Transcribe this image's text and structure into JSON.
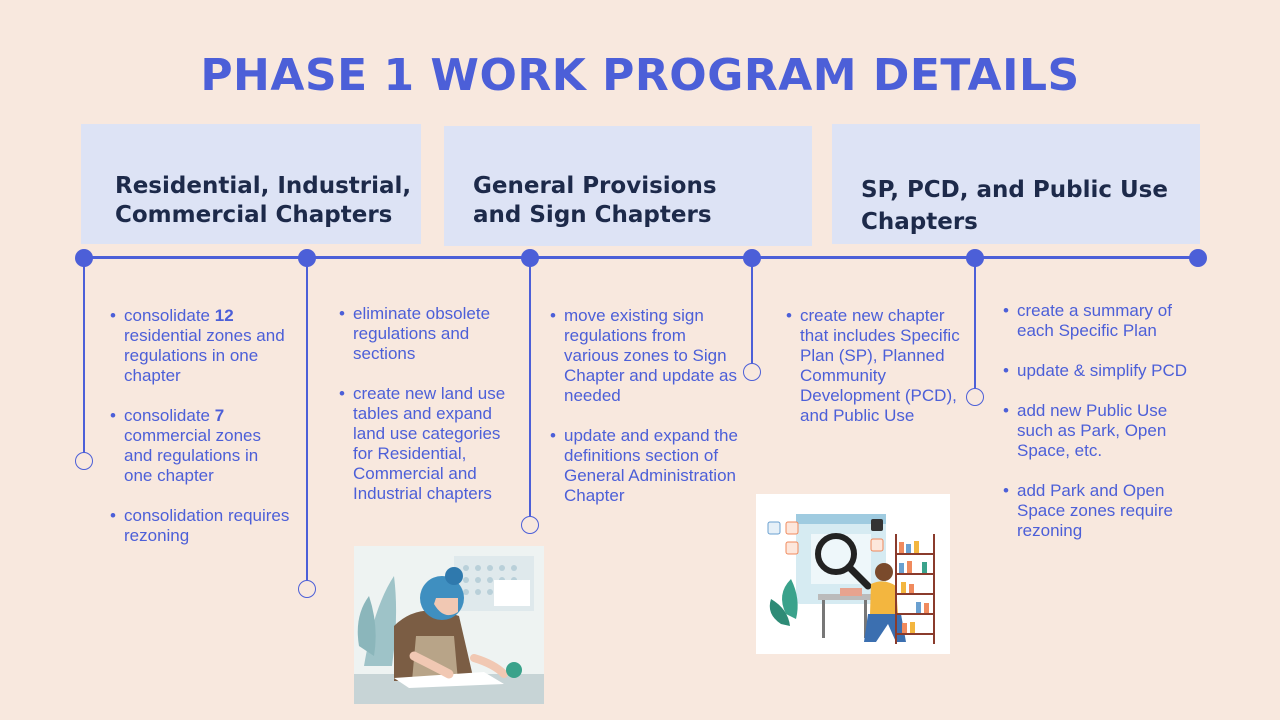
{
  "title": "PHASE 1 WORK PROGRAM DETAILS",
  "headers": [
    "Residential, Industrial,\nCommercial Chapters",
    "General Provisions\nand Sign Chapters",
    "SP, PCD, and Public Use\nChapters"
  ],
  "columns": [
    [
      {
        "pre": "consolidate ",
        "num": "12",
        "post": " residential zones and regulations in one chapter"
      },
      {
        "pre": "consolidate ",
        "num": "7",
        "post": " commercial zones and regulations in one chapter"
      },
      {
        "pre": "consolidation requires rezoning"
      }
    ],
    [
      {
        "pre": "eliminate obsolete regulations and sections"
      },
      {
        "pre": "create new land use tables and expand land use categories for Residential, Commercial and Industrial chapters"
      }
    ],
    [
      {
        "pre": "move existing sign regulations from various zones to Sign Chapter and update as needed"
      },
      {
        "pre": "update and expand the definitions section of  General Administration Chapter"
      }
    ],
    [
      {
        "pre": "create new chapter that includes Specific Plan (SP), Planned Community Development (PCD), and Public Use"
      }
    ],
    [
      {
        "pre": "create a summary of each Specific Plan"
      },
      {
        "pre": "update & simplify PCD"
      },
      {
        "pre": "add new Public Use such as Park, Open Space, etc."
      },
      {
        "pre": "add Park and Open Space zones require rezoning"
      }
    ]
  ],
  "colors": {
    "accent": "#4c5fd8",
    "header_box": "#dde3f5",
    "header_text": "#1d2a4a",
    "background": "#f8e8de"
  },
  "images": [
    "person-writing-illustration",
    "person-with-magnifying-glass-illustration"
  ]
}
